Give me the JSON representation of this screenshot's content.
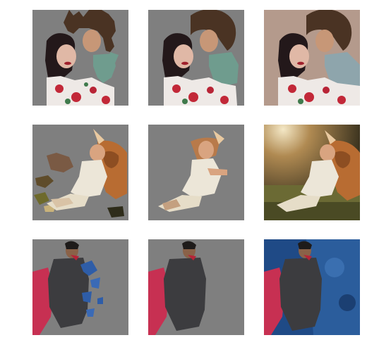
{
  "figure": {
    "rows": [
      {
        "subject": "couple",
        "panels": [
          {
            "variant": "segmentation-ragged"
          },
          {
            "variant": "segmentation-clean"
          },
          {
            "variant": "original-photo"
          }
        ]
      },
      {
        "subject": "child-with-dog",
        "panels": [
          {
            "variant": "segmentation-ragged"
          },
          {
            "variant": "segmentation-clean"
          },
          {
            "variant": "original-photo"
          }
        ]
      },
      {
        "subject": "walking-man",
        "panels": [
          {
            "variant": "segmentation-ragged"
          },
          {
            "variant": "segmentation-clean"
          },
          {
            "variant": "original-photo"
          }
        ]
      }
    ],
    "colors": {
      "masked_background": "#7f7f7f",
      "page_background": "#ffffff"
    }
  }
}
